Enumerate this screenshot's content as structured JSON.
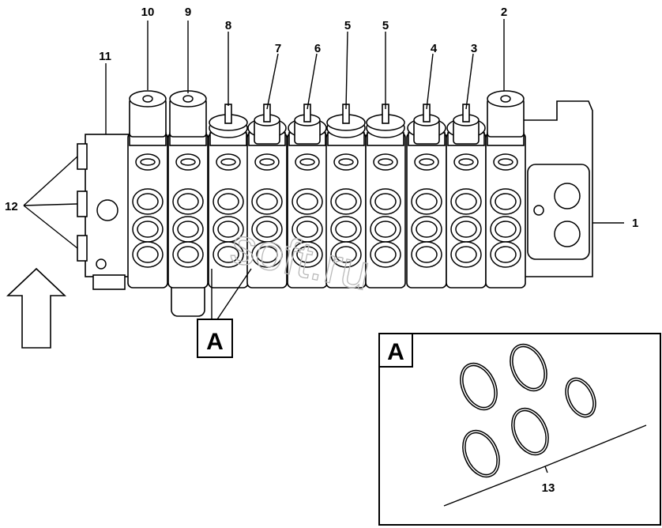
{
  "labels": {
    "n1": "1",
    "n2": "2",
    "n3": "3",
    "n4": "4",
    "n5a": "5",
    "n5b": "5",
    "n6": "6",
    "n7": "7",
    "n8": "8",
    "n9": "9",
    "n10": "10",
    "n11": "11",
    "n12": "12",
    "n13": "13"
  },
  "detail": {
    "ref_main": "A",
    "ref_inset": "A"
  },
  "watermark": "soft.ru",
  "icons": {
    "direction_arrow": "up-arrow-icon"
  }
}
